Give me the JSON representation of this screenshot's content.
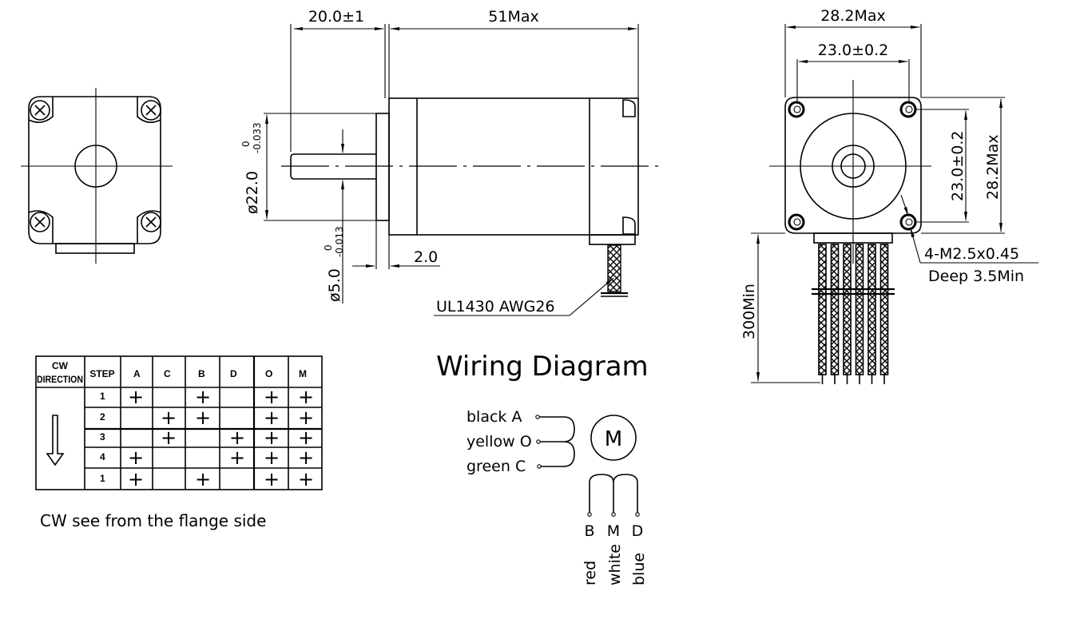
{
  "drawing": {
    "subject": "stepper motor outline drawing",
    "front_view_left": {
      "label": "flange front view"
    },
    "side_view": {
      "shaft_length": "20.0±1",
      "body_length": "51Max",
      "pilot_diameter": "ø22.0",
      "pilot_tol_upper": "0",
      "pilot_tol_lower": "-0.033",
      "shaft_diameter": "ø5.0",
      "shaft_tol_upper": "0",
      "shaft_tol_lower": "-0.013",
      "pilot_depth": "2.0",
      "cable_spec": "UL1430  AWG26"
    },
    "rear_view": {
      "overall_width": "28.2Max",
      "hole_spacing_h": "23.0±0.2",
      "hole_spacing_v": "23.0±0.2",
      "overall_height": "28.2Max",
      "thread_spec": "4-M2.5x0.45",
      "thread_depth": "Deep 3.5Min",
      "lead_length": "300Min",
      "lead_count": 6
    }
  },
  "sequence_table": {
    "headers": [
      "CW DIRECTION",
      "STEP",
      "A",
      "C",
      "B",
      "D",
      "O",
      "M"
    ],
    "direction_line1": "CW",
    "direction_line2": "DIRECTION",
    "rows": [
      {
        "step": "1",
        "A": "+",
        "C": "",
        "B": "+",
        "D": "",
        "O": "+",
        "M": "+"
      },
      {
        "step": "2",
        "A": "",
        "C": "+",
        "B": "+",
        "D": "",
        "O": "+",
        "M": "+"
      },
      {
        "step": "3",
        "A": "",
        "C": "+",
        "B": "",
        "D": "+",
        "O": "+",
        "M": "+"
      },
      {
        "step": "4",
        "A": "+",
        "C": "",
        "B": "",
        "D": "+",
        "O": "+",
        "M": "+"
      },
      {
        "step": "1",
        "A": "+",
        "C": "",
        "B": "+",
        "D": "",
        "O": "+",
        "M": "+"
      }
    ],
    "caption": "CW see from the flange side"
  },
  "wiring": {
    "title": "Wiring  Diagram",
    "motor_label": "M",
    "left_leads": [
      {
        "color": "black",
        "terminal": "A"
      },
      {
        "color": "yellow",
        "terminal": "O"
      },
      {
        "color": "green",
        "terminal": "C"
      }
    ],
    "bottom_leads": [
      {
        "color": "red",
        "terminal": "B"
      },
      {
        "color": "white",
        "terminal": "M"
      },
      {
        "color": "blue",
        "terminal": "D"
      }
    ]
  }
}
